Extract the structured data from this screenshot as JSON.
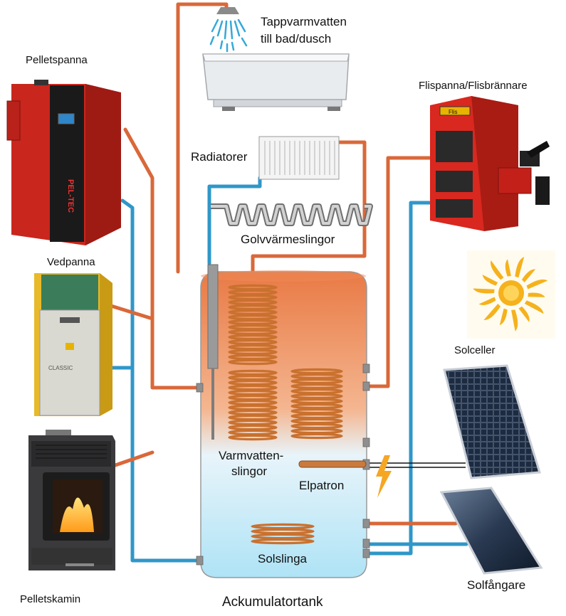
{
  "labels": {
    "shower_line1": "Tappvarmvatten",
    "shower_line2": "till bad/dusch",
    "pelletspanna": "Pelletspanna",
    "flispanna": "Flispanna/Flisbrännare",
    "radiatorer": "Radiatorer",
    "golvvarme": "Golvvärmeslingor",
    "vedpanna": "Vedpanna",
    "solceller": "Solceller",
    "varmvatten_line1": "Varmvatten-",
    "varmvatten_line2": "slingor",
    "elpatron": "Elpatron",
    "solslinga": "Solslinga",
    "pelletskamin": "Pelletskamin",
    "ackumulatortank": "Ackumulatortank",
    "solfangare": "Solfångare"
  },
  "device_text": {
    "pel_tec": "PEL-TEC",
    "classic": "CLASSIC",
    "flis_badge": "Flis"
  },
  "colors": {
    "hot_pipe": "#d9683a",
    "cold_pipe": "#2f97c9",
    "tank_top": "#e97a45",
    "tank_bottom": "#aee3f6",
    "coil": "#c9712f",
    "boiler_red": "#d9281f",
    "vedpanna_yellow": "#e8b92a",
    "sun": "#f5b21c",
    "panel_dark": "#1f2f45",
    "stove": "#3a3a3c"
  }
}
